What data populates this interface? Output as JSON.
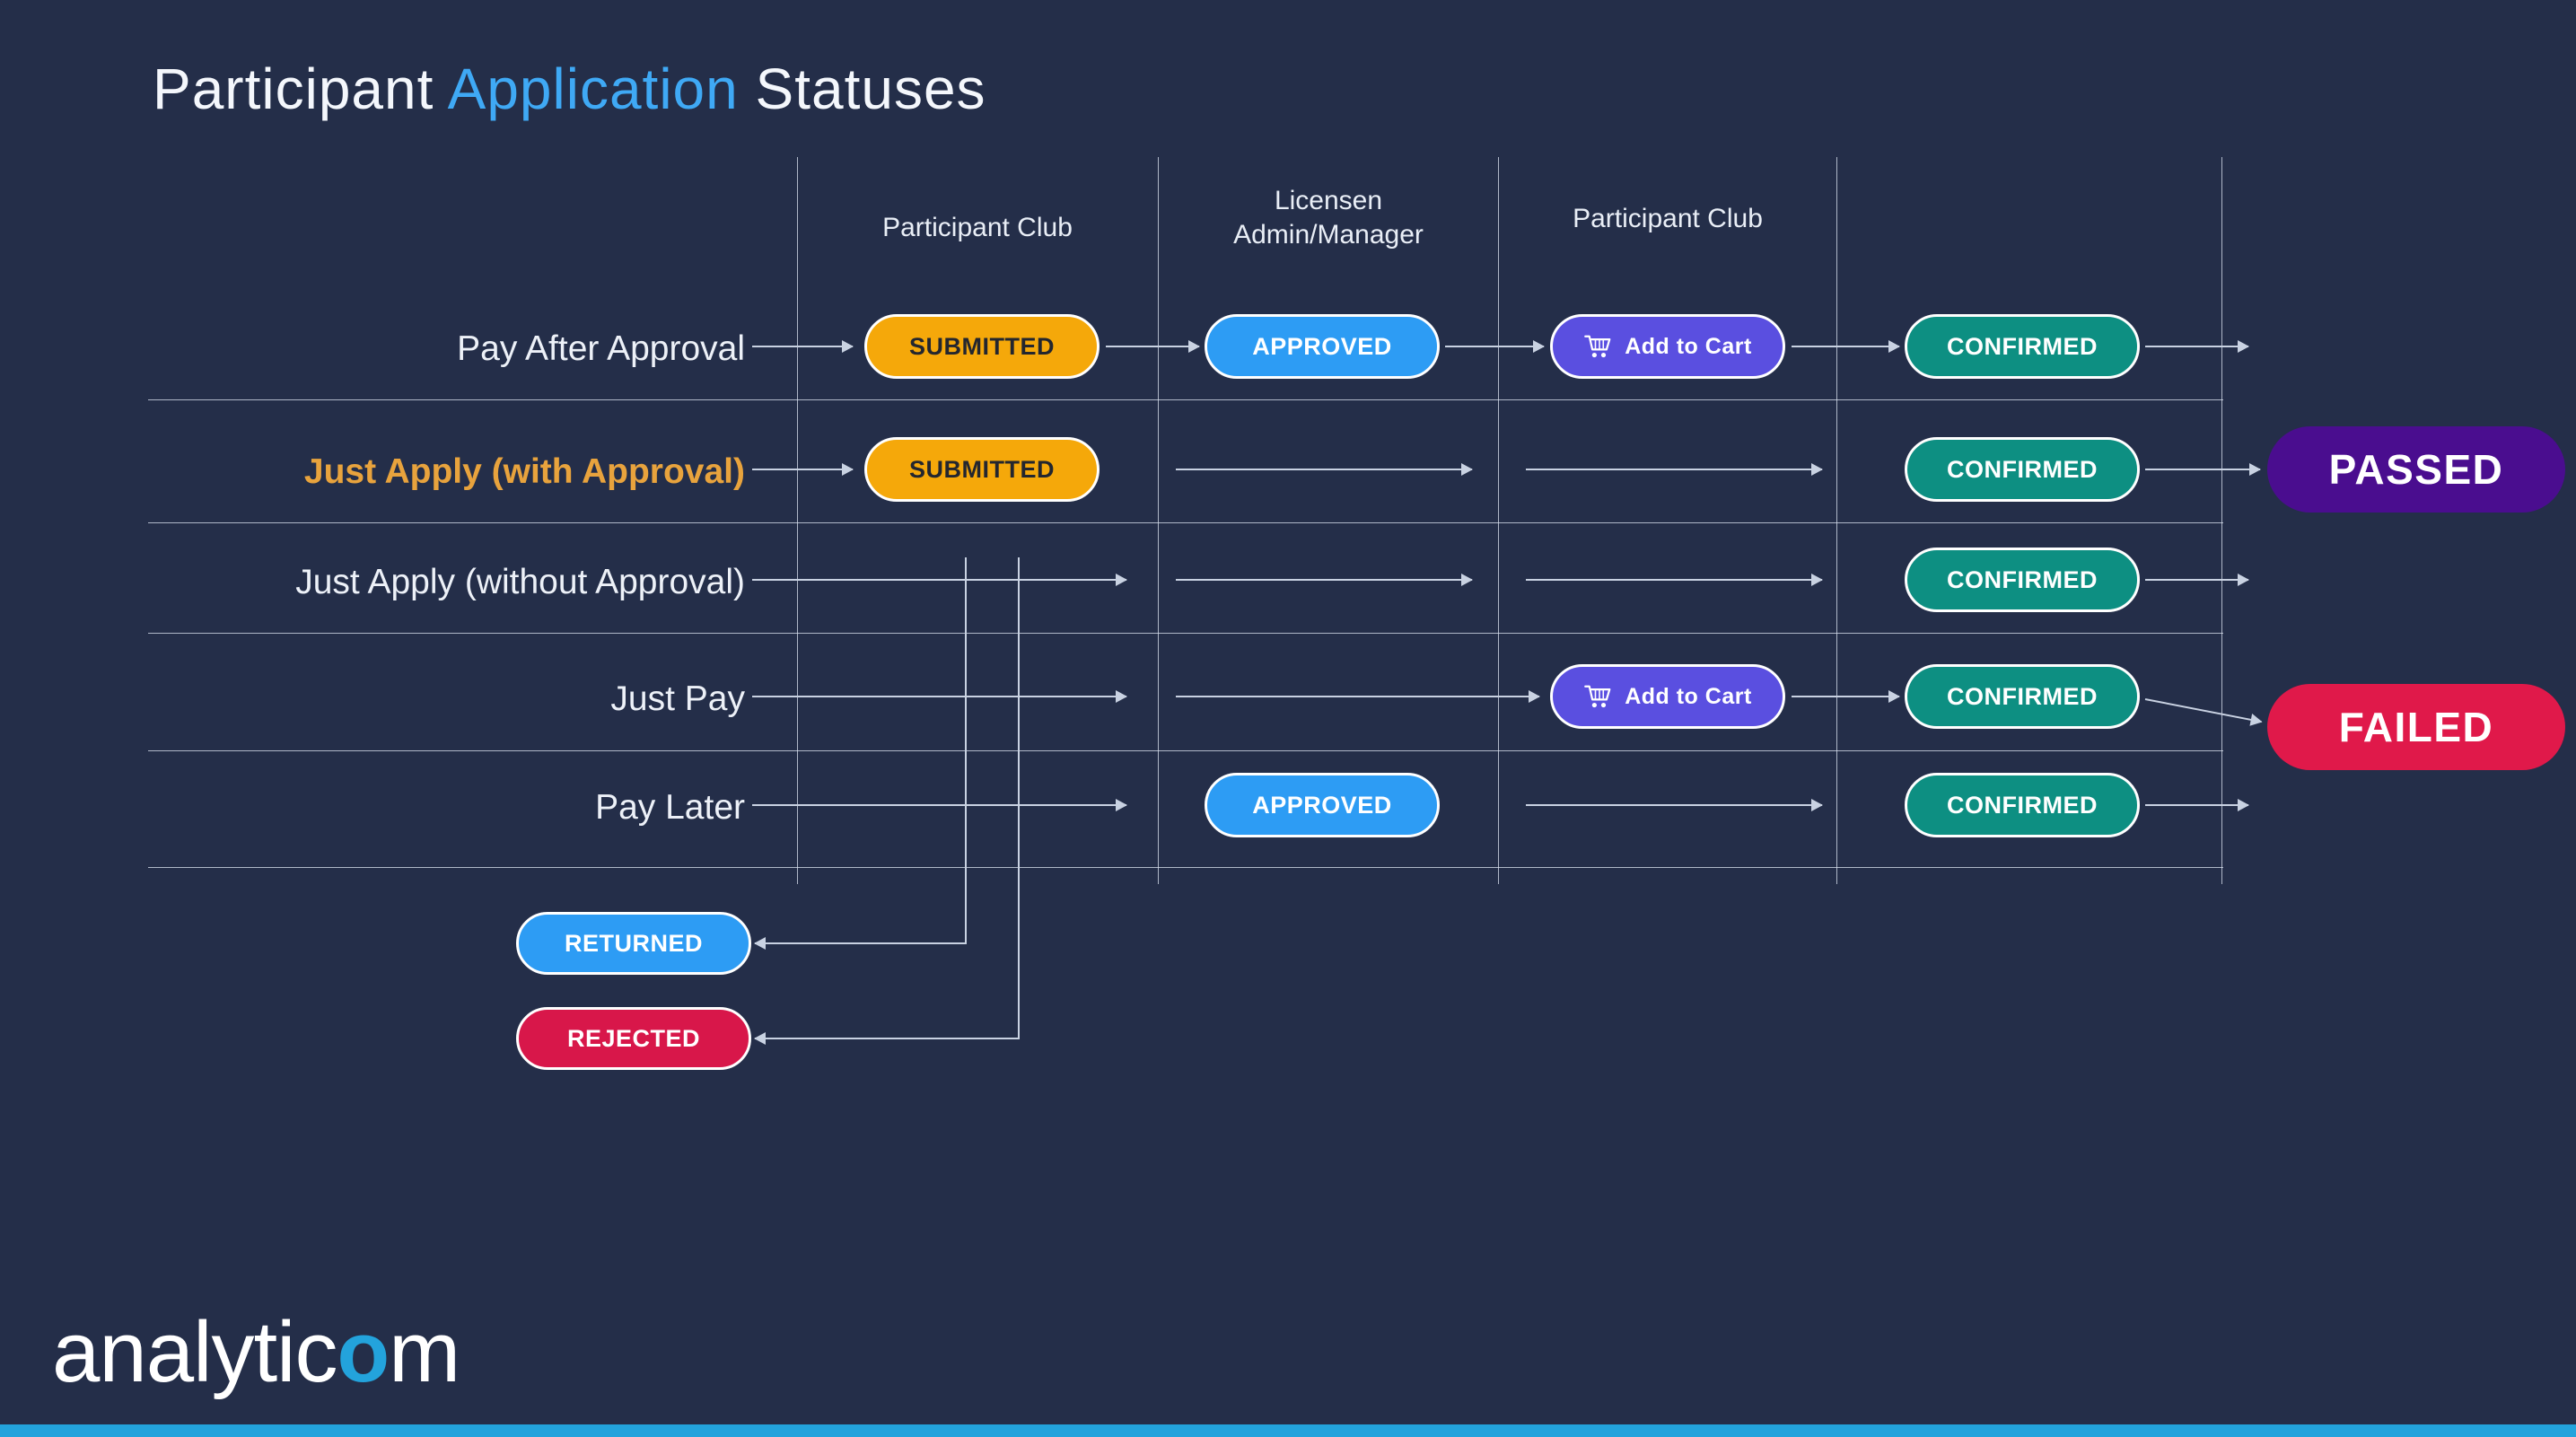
{
  "title": {
    "part1": "Participant ",
    "highlight": "Application",
    "part2": " Statuses"
  },
  "columns": [
    {
      "line1": "Participant Club",
      "line2": ""
    },
    {
      "line1": "Licensen",
      "line2": "Admin/Manager"
    },
    {
      "line1": "Participant Club",
      "line2": ""
    }
  ],
  "flows": [
    {
      "label": "Pay After Approval",
      "steps": [
        "SUBMITTED",
        "APPROVED",
        "Add to Cart",
        "CONFIRMED"
      ],
      "outcome": ""
    },
    {
      "label": "Just Apply (with Approval)",
      "steps": [
        "SUBMITTED",
        "CONFIRMED"
      ],
      "outcome": "PASSED"
    },
    {
      "label": "Just Apply (without Approval)",
      "steps": [
        "CONFIRMED"
      ],
      "outcome": ""
    },
    {
      "label": "Just Pay",
      "steps": [
        "Add to Cart",
        "CONFIRMED"
      ],
      "outcome": "FAILED"
    },
    {
      "label": "Pay Later",
      "steps": [
        "APPROVED",
        "CONFIRMED"
      ],
      "outcome": ""
    }
  ],
  "badge_labels": {
    "submitted": "SUBMITTED",
    "approved": "APPROVED",
    "add_to_cart": "Add to Cart",
    "confirmed": "CONFIRMED",
    "returned": "RETURNED",
    "rejected": "REJECTED",
    "passed": "PASSED",
    "failed": "FAILED"
  },
  "logo": {
    "start": "analytic",
    "o": "o",
    "end": "m"
  },
  "colors": {
    "background": "#242E49",
    "grid_line": "rgba(222,230,243,0.75)",
    "line_color": "#C9D2E2",
    "title_highlight": "#3FA9F5",
    "row_label_highlight": "#E8A33D",
    "submitted_fill": "#F5A80A",
    "approved_fill": "#2D9CF4",
    "add_to_cart_fill": "#5A4FE0",
    "confirmed_fill": "#0D8F82",
    "returned_fill": "#2D9CF4",
    "rejected_fill": "#D8174A",
    "passed_fill": "#4A0D8F",
    "failed_fill": "#E0194A",
    "logo_accent": "#23A3DC"
  }
}
